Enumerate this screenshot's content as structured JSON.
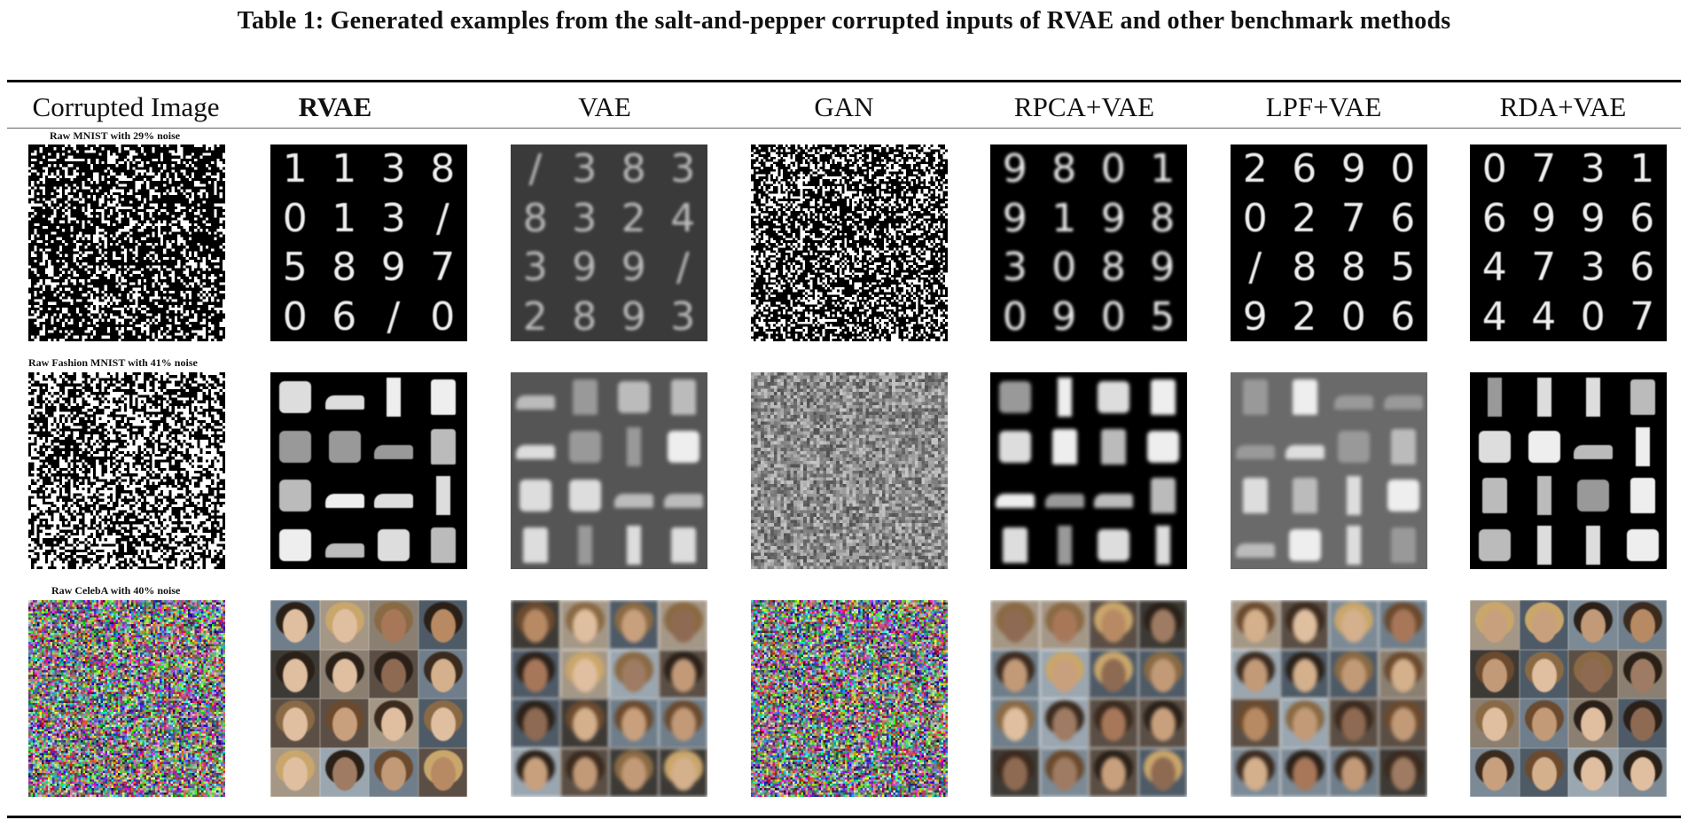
{
  "caption": "Table 1: Generated examples from the salt-and-pepper corrupted inputs of RVAE and other benchmark methods",
  "columns": [
    {
      "id": "corrupted",
      "label": "Corrupted Image",
      "bold": false
    },
    {
      "id": "rvae",
      "label": "RVAE",
      "bold": true
    },
    {
      "id": "vae",
      "label": "VAE",
      "bold": false
    },
    {
      "id": "gan",
      "label": "GAN",
      "bold": false
    },
    {
      "id": "rpca",
      "label": "RPCA+VAE",
      "bold": false
    },
    {
      "id": "lpf",
      "label": "LPF+VAE",
      "bold": false
    },
    {
      "id": "rda",
      "label": "RDA+VAE",
      "bold": false
    }
  ],
  "rows": [
    {
      "id": "mnist",
      "sublabel": "Raw MNIST with 29% noise"
    },
    {
      "id": "fashion",
      "sublabel": "Raw Fashion MNIST with 41% noise"
    },
    {
      "id": "celeba",
      "sublabel": "Raw CelebA with 40% noise"
    }
  ],
  "panels": {
    "mnist": {
      "rvae": [
        "1",
        "1",
        "3",
        "8",
        "0",
        "1",
        "3",
        "/",
        "5",
        "8",
        "9",
        "7",
        "0",
        "6",
        "/",
        "0"
      ],
      "vae": [
        "/",
        "3",
        "8",
        "3",
        "8",
        "3",
        "2",
        "4",
        "3",
        "9",
        "9",
        "/",
        "2",
        "8",
        "9",
        "3"
      ],
      "rpca": [
        "9",
        "8",
        "0",
        "1",
        "9",
        "1",
        "9",
        "8",
        "3",
        "0",
        "8",
        "9",
        "0",
        "9",
        "0",
        "5"
      ],
      "lpf": [
        "2",
        "6",
        "9",
        "0",
        "0",
        "2",
        "7",
        "6",
        "/",
        "8",
        "8",
        "5",
        "9",
        "2",
        "0",
        "6"
      ],
      "rda": [
        "0",
        "7",
        "3",
        "1",
        "6",
        "9",
        "9",
        "6",
        "4",
        "7",
        "3",
        "6",
        "4",
        "4",
        "0",
        "7"
      ]
    }
  }
}
